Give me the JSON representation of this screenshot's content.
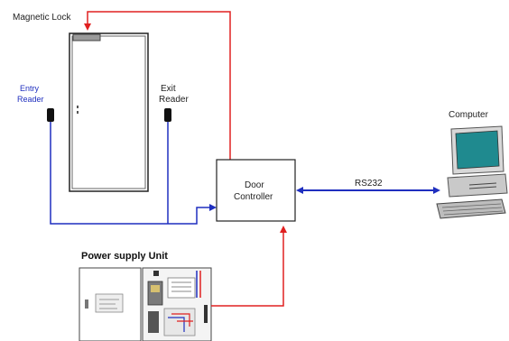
{
  "labels": {
    "magnetic_lock": "Magnetic Lock",
    "entry_reader_line1": "Entry",
    "entry_reader_line2": "Reader",
    "exit_reader_line1": "Exit",
    "exit_reader_line2": "Reader",
    "door_controller_line1": "Door",
    "door_controller_line2": "Controller",
    "rs232": "RS232",
    "computer": "Computer",
    "power_supply_unit": "Power supply Unit"
  },
  "colors": {
    "red_wire": "#e02020",
    "blue_wire": "#1f2fbf",
    "screen": "#1f8a8f",
    "reader": "#111111",
    "lock": "#9a9a9a"
  },
  "icons": {
    "entry_reader": "card-reader-icon",
    "exit_reader": "card-reader-icon",
    "computer": "desktop-computer-icon",
    "power_supply": "power-supply-panel-icon"
  }
}
